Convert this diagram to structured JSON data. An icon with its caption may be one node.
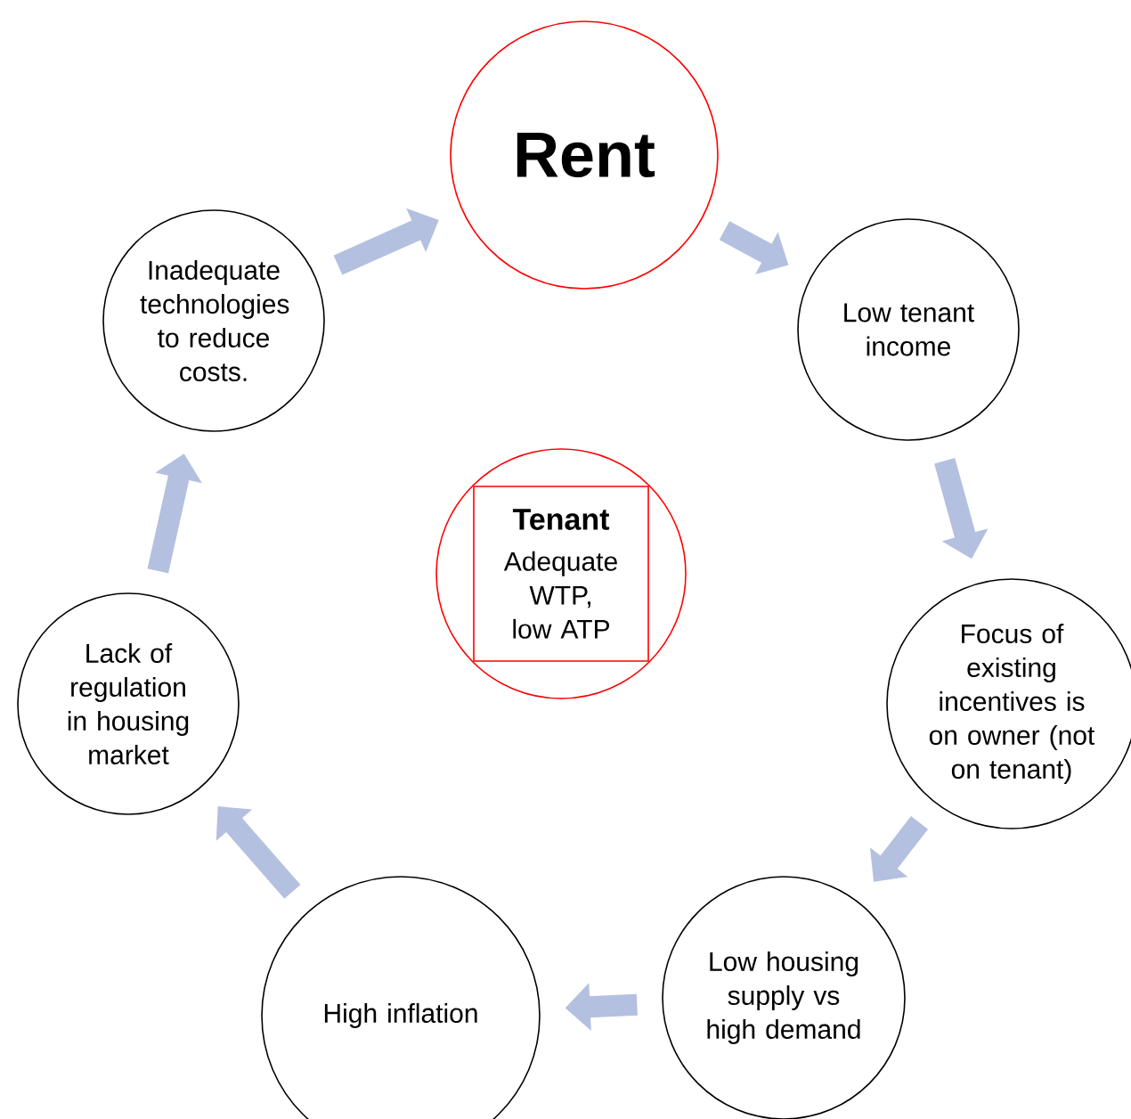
{
  "diagram": {
    "nodes": [
      {
        "text": [
          "Rent"
        ]
      },
      {
        "text": [
          "Low tenant income"
        ]
      },
      {
        "text": [
          "Focus of existing incentives is on owner (not on tenant)"
        ]
      },
      {
        "text": [
          "Low housing supply vs high demand"
        ]
      },
      {
        "text": [
          "High inflation"
        ]
      },
      {
        "text": [
          "Lack of regulation in housing market"
        ]
      },
      {
        "text": [
          "Inadequate technologies to reduce costs."
        ]
      },
      {
        "text": [],
        "shape": "circle"
      },
      {
        "text": [
          "Tenant",
          "Adequate WTP, low ATP"
        ],
        "in": 7
      }
    ],
    "edges": [
      {
        "from": 6,
        "to": 0,
        "arrow": "to"
      },
      {
        "from": 0,
        "to": 1,
        "arrow": "to"
      },
      {
        "from": 1,
        "to": 2,
        "arrow": "to"
      },
      {
        "from": 2,
        "to": 3,
        "arrow": "to"
      },
      {
        "from": 3,
        "to": 4,
        "arrow": "to"
      },
      {
        "from": 4,
        "to": 5,
        "arrow": "to"
      },
      {
        "from": 5,
        "to": 6,
        "arrow": "to"
      }
    ]
  }
}
